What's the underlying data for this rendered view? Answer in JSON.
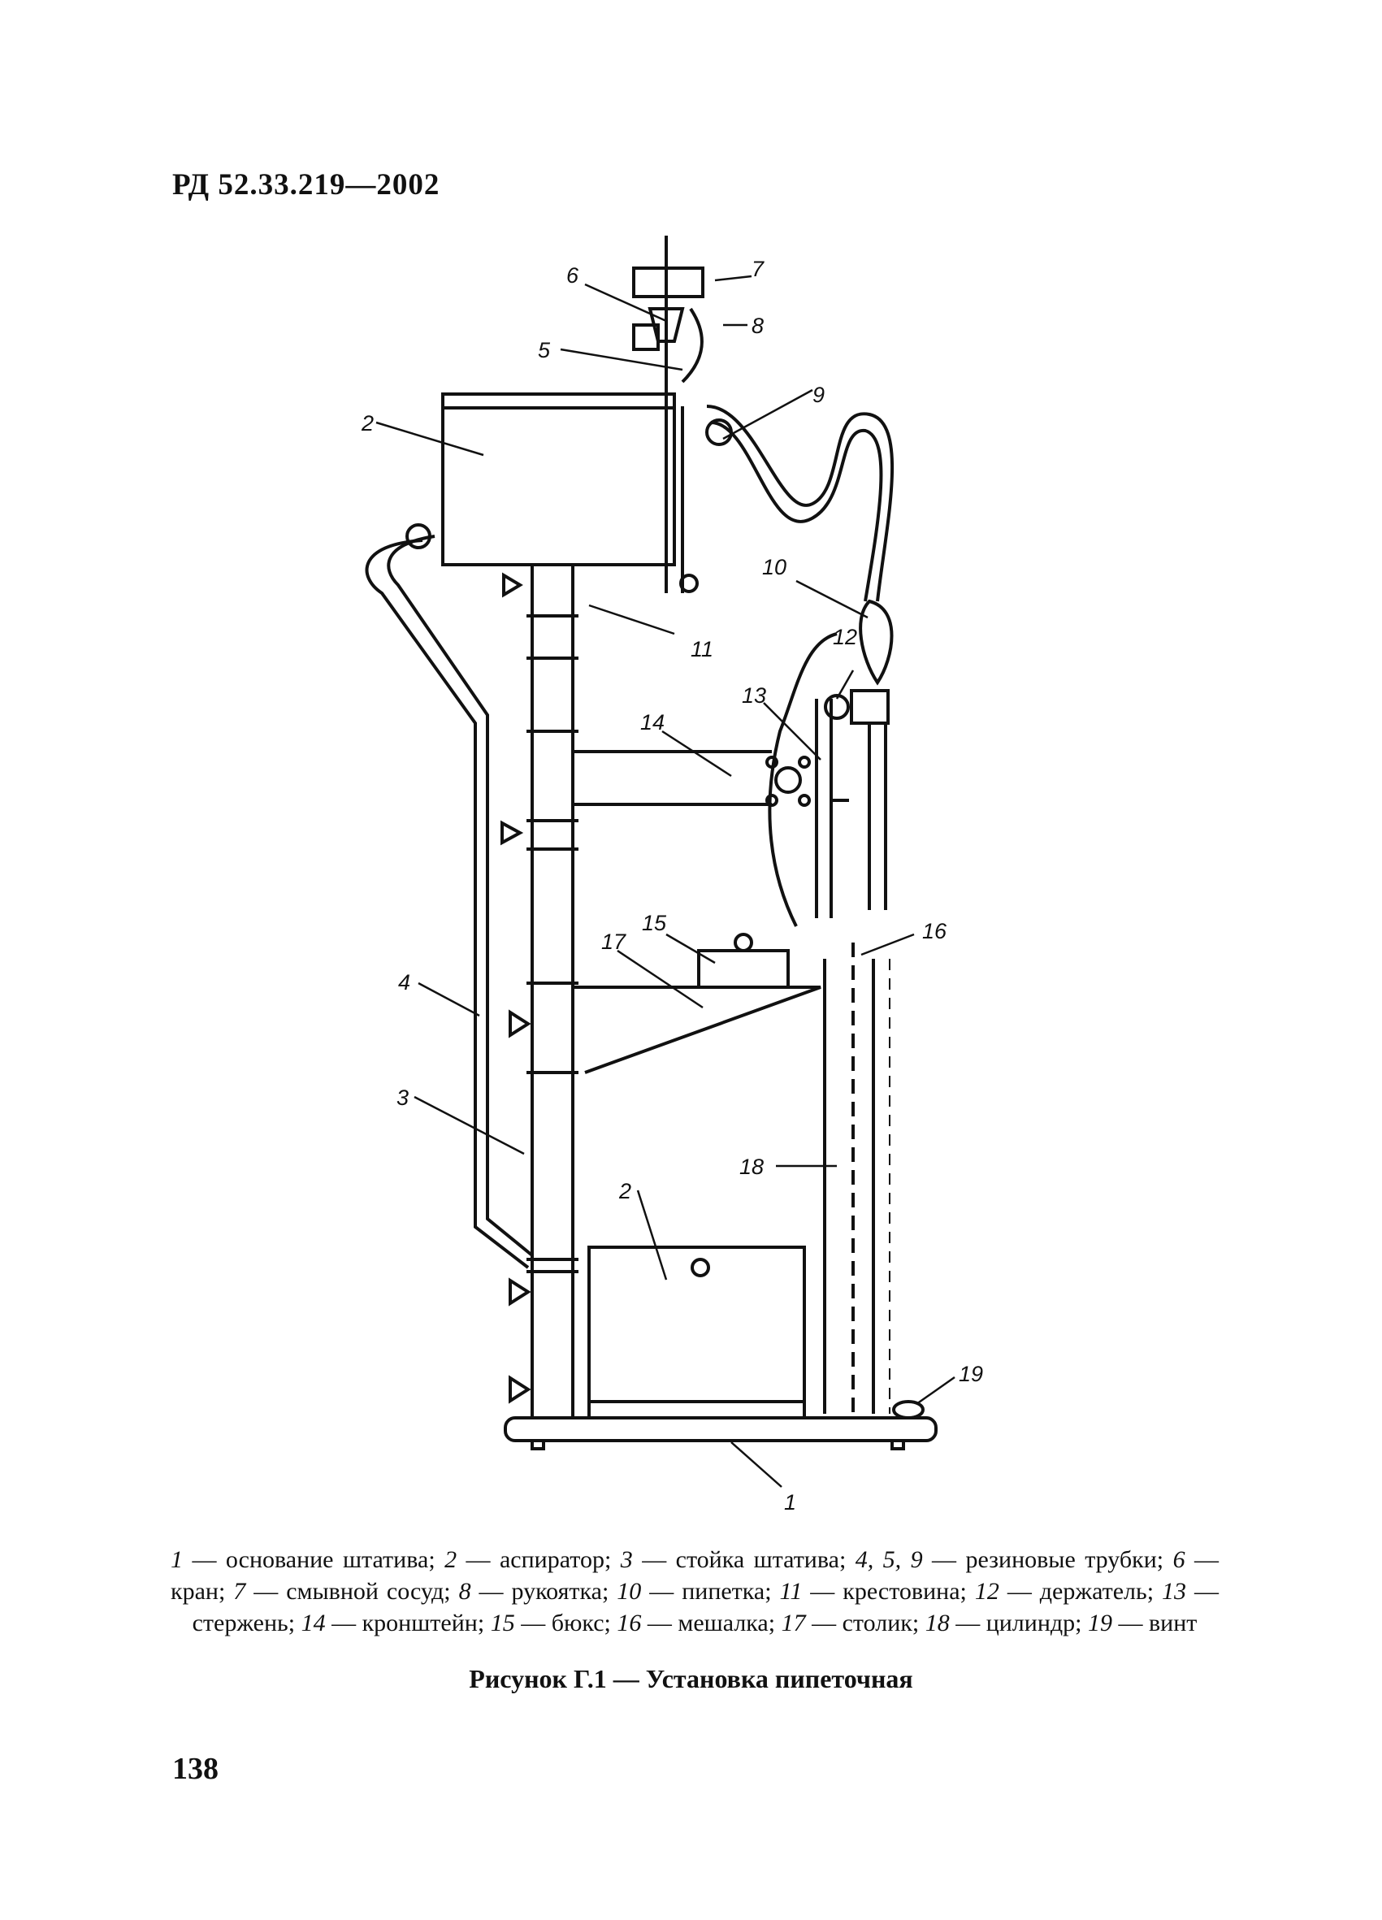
{
  "header": {
    "doc_code": "РД 52.33.219—2002"
  },
  "figure": {
    "callouts": [
      "1",
      "2",
      "2",
      "3",
      "4",
      "5",
      "6",
      "7",
      "8",
      "9",
      "10",
      "11",
      "12",
      "13",
      "14",
      "15",
      "16",
      "17",
      "18",
      "19"
    ]
  },
  "legend": {
    "items": [
      {
        "num": "1",
        "text": "основание штатива"
      },
      {
        "num": "2",
        "text": "аспиратор"
      },
      {
        "num": "3",
        "text": "стойка штатива"
      },
      {
        "num": "4, 5, 9",
        "text": "резиновые трубки"
      },
      {
        "num": "6",
        "text": "кран"
      },
      {
        "num": "7",
        "text": "смывной сосуд"
      },
      {
        "num": "8",
        "text": "рукоятка"
      },
      {
        "num": "10",
        "text": "пипетка"
      },
      {
        "num": "11",
        "text": "крестовина"
      },
      {
        "num": "12",
        "text": "держатель"
      },
      {
        "num": "13",
        "text": "стержень"
      },
      {
        "num": "14",
        "text": "кронштейн"
      },
      {
        "num": "15",
        "text": "бюкс"
      },
      {
        "num": "16",
        "text": "мешалка"
      },
      {
        "num": "17",
        "text": "столик"
      },
      {
        "num": "18",
        "text": "цилиндр"
      },
      {
        "num": "19",
        "text": "винт"
      }
    ]
  },
  "caption": "Рисунок Г.1 — Установка пипеточная",
  "page_number": "138"
}
